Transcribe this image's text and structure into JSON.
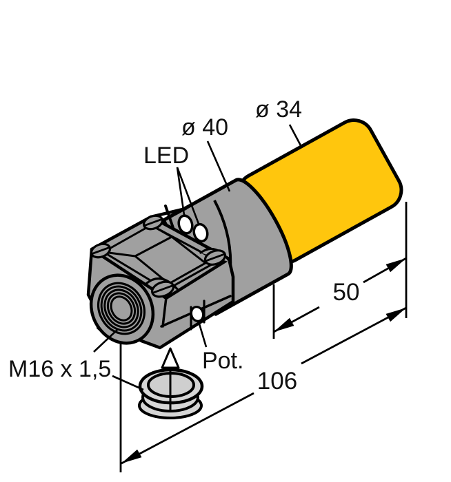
{
  "drawing": {
    "type": "technical-dimension-drawing",
    "subject": "inductive proximity sensor with terminal chamber housing",
    "labels": {
      "dia_body": "ø 34",
      "dia_collar": "ø 40",
      "led": "LED",
      "thread": "M16 x 1,5",
      "pot": "Pot.",
      "dim_body_length": "50",
      "dim_total_length": "106"
    },
    "colors": {
      "body_yellow": "#FFC60D",
      "metal_gray": "#A0A0A0",
      "plug_gray": "#D6D6D6",
      "plug_top_gray": "#CFCFCF",
      "outline": "#000000",
      "background": "#FFFFFF"
    },
    "features": {
      "led_count": 2,
      "screw_count": 4,
      "dimensions_mm": {
        "body_length": 50,
        "total_length": 106,
        "body_diameter": 34,
        "collar_diameter": 40
      },
      "thread_spec": "M16 x 1,5"
    }
  }
}
